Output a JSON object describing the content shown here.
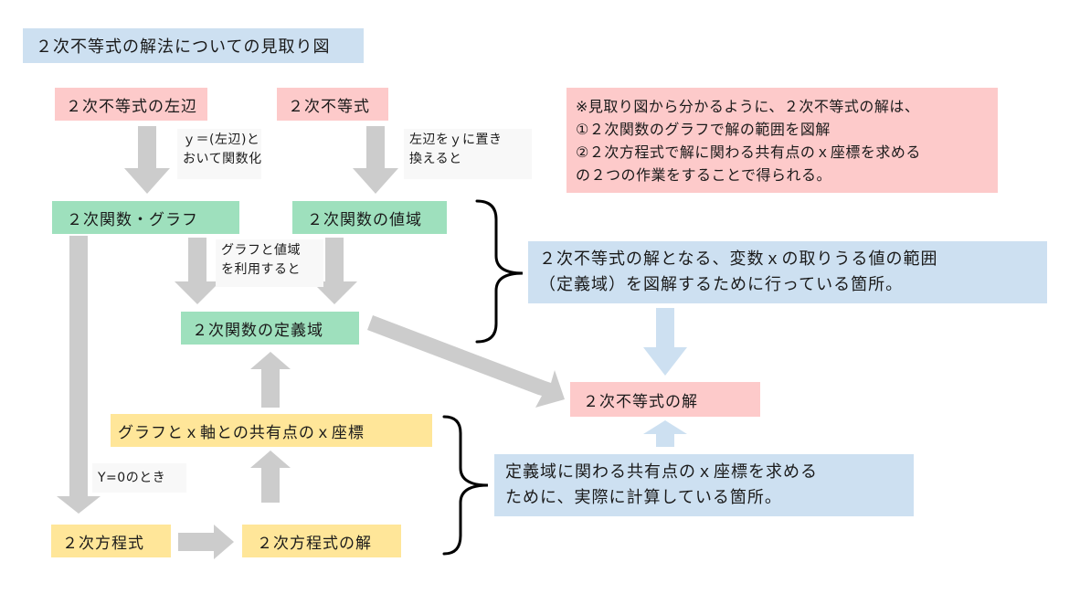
{
  "title": "２次不等式の解法についての見取り図",
  "colors": {
    "pink": "#fdcaca",
    "green": "#9ee0bd",
    "yellow": "#ffe699",
    "blue": "#cde0f1",
    "arrow_gray": "#cccccc",
    "arrow_blue": "#cde0f1"
  },
  "nodes": {
    "inequality_left_side": "２次不等式の左辺",
    "inequality": "２次不等式",
    "quadratic_function_graph": "２次関数・グラフ",
    "quadratic_function_range": "２次関数の値域",
    "quadratic_function_domain": "２次関数の定義域",
    "graph_x_axis_intersection": "グラフとｘ軸との共有点のｘ座標",
    "quadratic_equation": "２次方程式",
    "quadratic_equation_solution": "２次方程式の解",
    "inequality_solution": "２次不等式の解"
  },
  "edge_labels": {
    "define_function": [
      "ｙ＝(左辺)と",
      "おいて関数化"
    ],
    "replace_left_side": [
      "左辺をｙに置き",
      "換えると"
    ],
    "use_graph_and_range": [
      "グラフと値域",
      "を利用すると"
    ],
    "when_y_zero": "Y=0のとき"
  },
  "notes": {
    "summary": [
      "※見取り図から分かるように、２次不等式の解は、",
      "①２次関数のグラフで解の範囲を図解",
      "②２次方程式で解に関わる共有点のｘ座標を求める",
      "の２つの作業をすることで得られる。"
    ],
    "upper_bracket": [
      "２次不等式の解となる、変数ｘの取りうる値の範囲",
      "（定義域）を図解するために行っている箇所。"
    ],
    "lower_bracket": [
      "定義域に関わる共有点のｘ座標を求める",
      "ために、実際に計算している箇所。"
    ]
  }
}
